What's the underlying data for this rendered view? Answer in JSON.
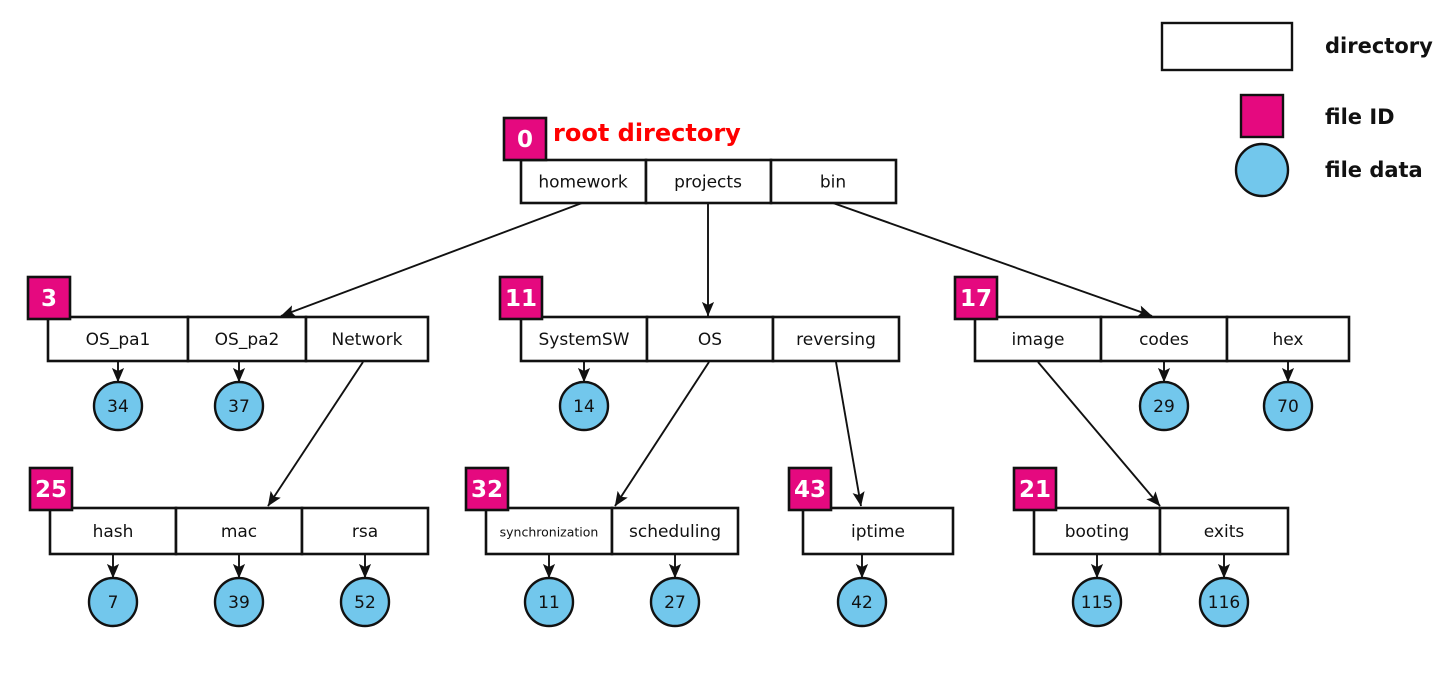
{
  "diagram": {
    "title": "root directory",
    "title_color": "#ff0000",
    "colors": {
      "file_id_badge": "#e5097f",
      "file_data_circle": "#72c7ec",
      "directory_box": "#ffffff",
      "stroke": "#111111"
    }
  },
  "legend": {
    "items": [
      {
        "label": "directory",
        "icon": "rectangle-outline-icon"
      },
      {
        "label": "file ID",
        "icon": "pink-square-icon"
      },
      {
        "label": "file data",
        "icon": "blue-circle-icon"
      }
    ]
  },
  "nodes": [
    {
      "id": "0",
      "entries": [
        "homework",
        "projects",
        "bin"
      ],
      "data": [
        null,
        null,
        null
      ]
    },
    {
      "id": "3",
      "entries": [
        "OS_pa1",
        "OS_pa2",
        "Network"
      ],
      "data": [
        "34",
        "37",
        null
      ]
    },
    {
      "id": "11",
      "entries": [
        "SystemSW",
        "OS",
        "reversing"
      ],
      "data": [
        "14",
        null,
        null
      ]
    },
    {
      "id": "17",
      "entries": [
        "image",
        "codes",
        "hex"
      ],
      "data": [
        null,
        "29",
        "70"
      ]
    },
    {
      "id": "25",
      "entries": [
        "hash",
        "mac",
        "rsa"
      ],
      "data": [
        "7",
        "39",
        "52"
      ]
    },
    {
      "id": "32",
      "entries": [
        "synchronization",
        "scheduling"
      ],
      "data": [
        "11",
        "27"
      ]
    },
    {
      "id": "43",
      "entries": [
        "iptime"
      ],
      "data": [
        "42"
      ]
    },
    {
      "id": "21",
      "entries": [
        "booting",
        "exits"
      ],
      "data": [
        "115",
        "116"
      ]
    }
  ],
  "edges": [
    {
      "from": "homework",
      "to": "node-3"
    },
    {
      "from": "projects",
      "to": "node-11"
    },
    {
      "from": "bin",
      "to": "node-17"
    },
    {
      "from": "Network",
      "to": "node-25"
    },
    {
      "from": "OS",
      "to": "node-32"
    },
    {
      "from": "reversing",
      "to": "node-43"
    },
    {
      "from": "image",
      "to": "node-21"
    }
  ]
}
